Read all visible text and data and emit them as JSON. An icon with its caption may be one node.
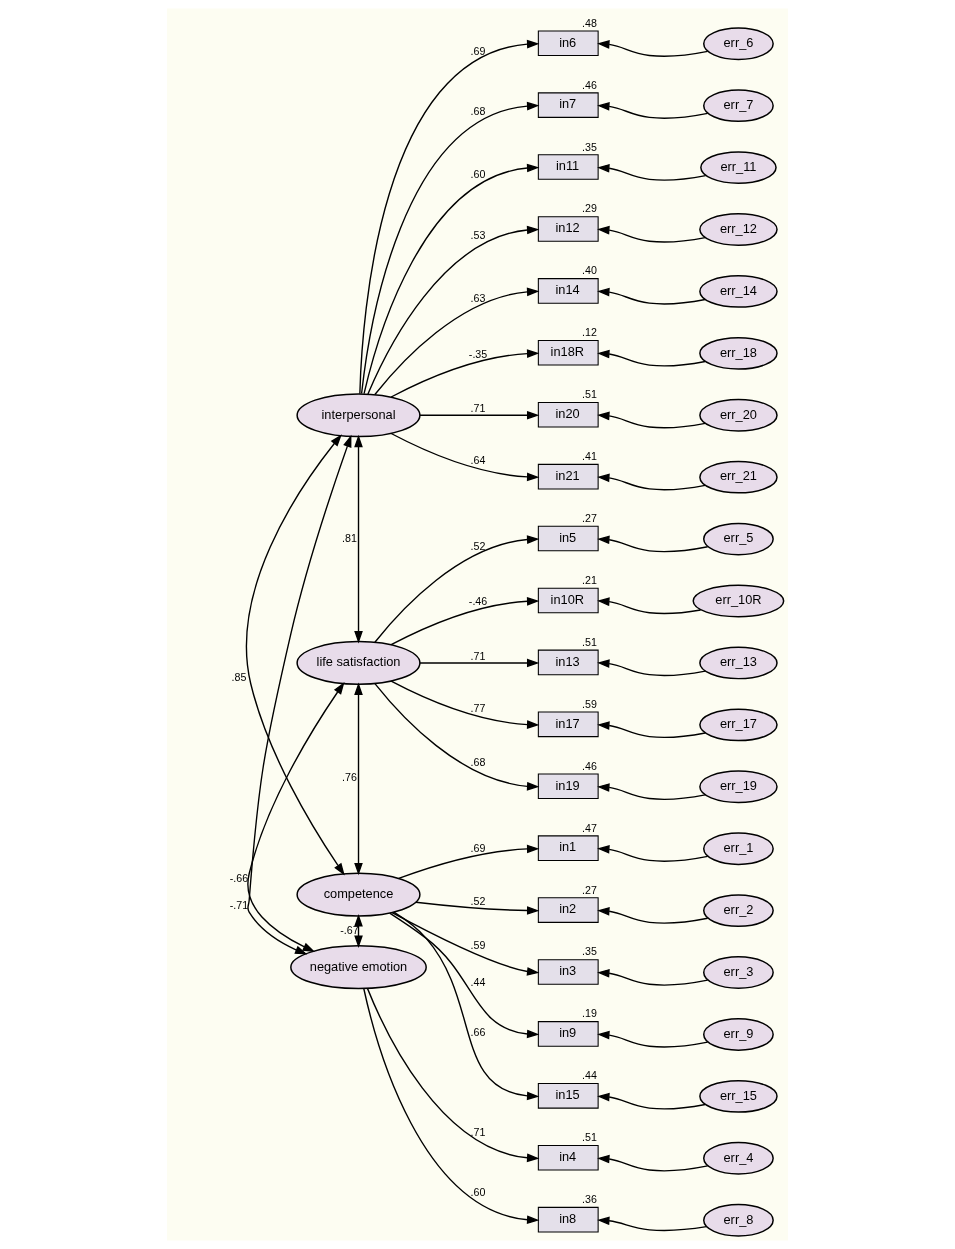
{
  "diagram": {
    "nodes": [
      {
        "text": [
          "interpersonal"
        ]
      },
      {
        "text": [
          "life satisfaction"
        ]
      },
      {
        "text": [
          "competence"
        ]
      },
      {
        "text": [
          "negative emotion"
        ]
      },
      {
        "text": [
          "in6"
        ],
        "beside": [
          ".48"
        ]
      },
      {
        "text": [
          "in7"
        ],
        "beside": [
          ".46"
        ]
      },
      {
        "text": [
          "in11"
        ],
        "beside": [
          ".35"
        ]
      },
      {
        "text": [
          "in12"
        ],
        "beside": [
          ".29"
        ]
      },
      {
        "text": [
          "in14"
        ],
        "beside": [
          ".40"
        ]
      },
      {
        "text": [
          "in18R"
        ],
        "beside": [
          ".12"
        ]
      },
      {
        "text": [
          "in20"
        ],
        "beside": [
          ".51"
        ]
      },
      {
        "text": [
          "in21"
        ],
        "beside": [
          ".41"
        ]
      },
      {
        "text": [
          "in5"
        ],
        "beside": [
          ".27"
        ]
      },
      {
        "text": [
          "in10R"
        ],
        "beside": [
          ".21"
        ]
      },
      {
        "text": [
          "in13"
        ],
        "beside": [
          ".51"
        ]
      },
      {
        "text": [
          "in17"
        ],
        "beside": [
          ".59"
        ]
      },
      {
        "text": [
          "in19"
        ],
        "beside": [
          ".46"
        ]
      },
      {
        "text": [
          "in1"
        ],
        "beside": [
          ".47"
        ]
      },
      {
        "text": [
          "in2"
        ],
        "beside": [
          ".27"
        ]
      },
      {
        "text": [
          "in3"
        ],
        "beside": [
          ".35"
        ]
      },
      {
        "text": [
          "in9"
        ],
        "beside": [
          ".19"
        ]
      },
      {
        "text": [
          "in15"
        ],
        "beside": [
          ".44"
        ]
      },
      {
        "text": [
          "in4"
        ],
        "beside": [
          ".51"
        ]
      },
      {
        "text": [
          "in8"
        ],
        "beside": [
          ".36"
        ]
      },
      {
        "text": [
          "err_6"
        ]
      },
      {
        "text": [
          "err_7"
        ]
      },
      {
        "text": [
          "err_11"
        ]
      },
      {
        "text": [
          "err_12"
        ]
      },
      {
        "text": [
          "err_14"
        ]
      },
      {
        "text": [
          "err_18"
        ]
      },
      {
        "text": [
          "err_20"
        ]
      },
      {
        "text": [
          "err_21"
        ]
      },
      {
        "text": [
          "err_5"
        ]
      },
      {
        "text": [
          "err_10R"
        ]
      },
      {
        "text": [
          "err_13"
        ]
      },
      {
        "text": [
          "err_17"
        ]
      },
      {
        "text": [
          "err_19"
        ]
      },
      {
        "text": [
          "err_1"
        ]
      },
      {
        "text": [
          "err_2"
        ]
      },
      {
        "text": [
          "err_3"
        ]
      },
      {
        "text": [
          "err_9"
        ]
      },
      {
        "text": [
          "err_15"
        ]
      },
      {
        "text": [
          "err_4"
        ]
      },
      {
        "text": [
          "err_8"
        ]
      }
    ],
    "edges": [
      {
        "from": 0,
        "to": 4,
        "arrow": "to",
        "label": ".69"
      },
      {
        "from": 0,
        "to": 5,
        "arrow": "to",
        "label": ".68"
      },
      {
        "from": 0,
        "to": 6,
        "arrow": "to",
        "label": ".60"
      },
      {
        "from": 0,
        "to": 7,
        "arrow": "to",
        "label": ".53"
      },
      {
        "from": 0,
        "to": 8,
        "arrow": "to",
        "label": ".63"
      },
      {
        "from": 0,
        "to": 9,
        "arrow": "to",
        "label": "-.35"
      },
      {
        "from": 0,
        "to": 10,
        "arrow": "to",
        "label": ".71"
      },
      {
        "from": 0,
        "to": 11,
        "arrow": "to",
        "label": ".64"
      },
      {
        "from": 1,
        "to": 12,
        "arrow": "to",
        "label": ".52"
      },
      {
        "from": 1,
        "to": 13,
        "arrow": "to",
        "label": "-.46"
      },
      {
        "from": 1,
        "to": 14,
        "arrow": "to",
        "label": ".71"
      },
      {
        "from": 1,
        "to": 15,
        "arrow": "to",
        "label": ".77"
      },
      {
        "from": 1,
        "to": 16,
        "arrow": "to",
        "label": ".68"
      },
      {
        "from": 2,
        "to": 17,
        "arrow": "to",
        "label": ".69"
      },
      {
        "from": 2,
        "to": 18,
        "arrow": "to",
        "label": ".52"
      },
      {
        "from": 2,
        "to": 19,
        "arrow": "to",
        "label": ".59"
      },
      {
        "from": 2,
        "to": 20,
        "arrow": "to",
        "label": ".44"
      },
      {
        "from": 2,
        "to": 21,
        "arrow": "to",
        "label": ".66"
      },
      {
        "from": 3,
        "to": 22,
        "arrow": "to",
        "label": ".71"
      },
      {
        "from": 3,
        "to": 23,
        "arrow": "to",
        "label": ".60"
      },
      {
        "from": 24,
        "to": 4,
        "arrow": "to"
      },
      {
        "from": 25,
        "to": 5,
        "arrow": "to"
      },
      {
        "from": 26,
        "to": 6,
        "arrow": "to"
      },
      {
        "from": 27,
        "to": 7,
        "arrow": "to"
      },
      {
        "from": 28,
        "to": 8,
        "arrow": "to"
      },
      {
        "from": 29,
        "to": 9,
        "arrow": "to"
      },
      {
        "from": 30,
        "to": 10,
        "arrow": "to"
      },
      {
        "from": 31,
        "to": 11,
        "arrow": "to"
      },
      {
        "from": 32,
        "to": 12,
        "arrow": "to"
      },
      {
        "from": 33,
        "to": 13,
        "arrow": "to"
      },
      {
        "from": 34,
        "to": 14,
        "arrow": "to"
      },
      {
        "from": 35,
        "to": 15,
        "arrow": "to"
      },
      {
        "from": 36,
        "to": 16,
        "arrow": "to"
      },
      {
        "from": 37,
        "to": 17,
        "arrow": "to"
      },
      {
        "from": 38,
        "to": 18,
        "arrow": "to"
      },
      {
        "from": 39,
        "to": 19,
        "arrow": "to"
      },
      {
        "from": 40,
        "to": 20,
        "arrow": "to"
      },
      {
        "from": 41,
        "to": 21,
        "arrow": "to"
      },
      {
        "from": 42,
        "to": 22,
        "arrow": "to"
      },
      {
        "from": 43,
        "to": 23,
        "arrow": "to"
      },
      {
        "from": 0,
        "to": 1,
        "arrow": "both",
        "label": ".81"
      },
      {
        "from": 0,
        "to": 2,
        "arrow": "both",
        "label": ".85"
      },
      {
        "from": 0,
        "to": 3,
        "arrow": "both",
        "label": "-.71"
      },
      {
        "from": 1,
        "to": 2,
        "arrow": "both",
        "label": ".76"
      },
      {
        "from": 1,
        "to": 3,
        "arrow": "both",
        "label": "-.66"
      },
      {
        "from": 2,
        "to": 3,
        "arrow": "both",
        "label": "-.67"
      }
    ]
  }
}
